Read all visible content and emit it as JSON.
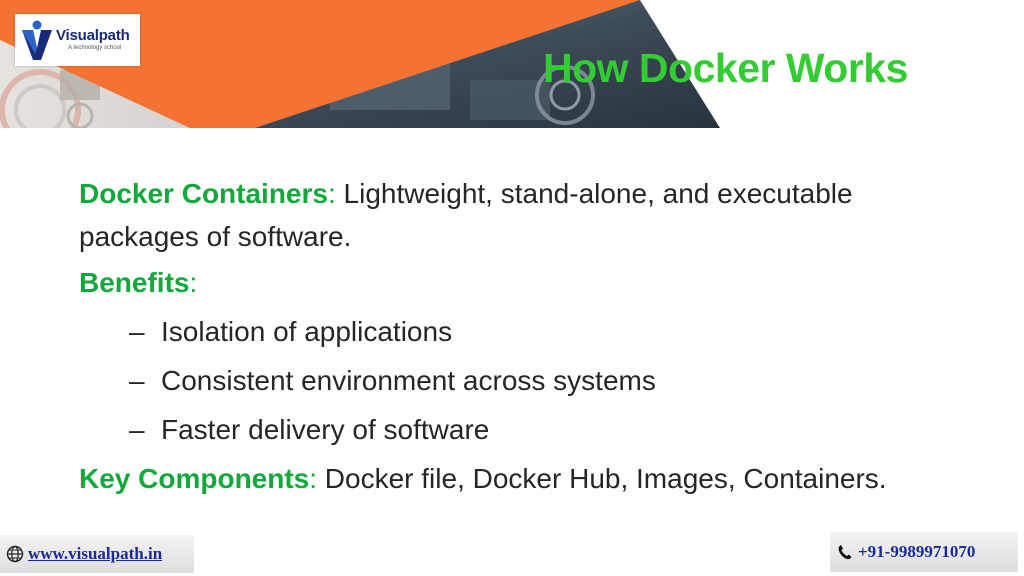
{
  "header": {
    "logo": {
      "name": "Visualpath",
      "tagline": "A technology school"
    },
    "title": "How Docker Works"
  },
  "content": {
    "containers": {
      "label": "Docker Containers",
      "text": " Lightweight, stand-alone, and executable packages of software."
    },
    "benefits": {
      "label": "Benefits",
      "items": [
        "Isolation of applications",
        "Consistent environment across systems",
        "Faster delivery of software"
      ]
    },
    "components": {
      "label": "Key Components",
      "text": " Docker file, Docker Hub, Images, Containers."
    }
  },
  "footer": {
    "website": "www.visualpath.in",
    "phone": "+91-9989971070"
  },
  "icons": {
    "globe": "globe-icon",
    "phone": "phone-icon"
  },
  "colors": {
    "title_green": "#33cc33",
    "label_green": "#13a83b",
    "banner_orange": "#f47332",
    "link_blue": "#1a2a9a"
  }
}
